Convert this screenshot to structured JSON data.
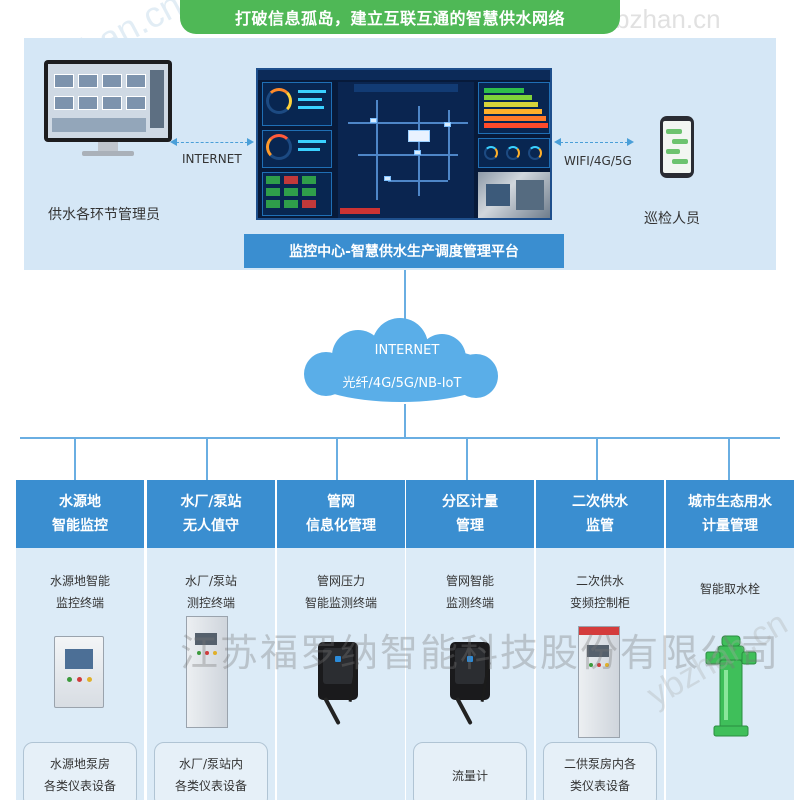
{
  "banner": {
    "title": "打破信息孤岛，建立互联互通的智慧供水网络"
  },
  "watermarks": {
    "site_top": "ybzhan.cn",
    "site_left": "ybzhan.cn",
    "site_right": "ybzhan.cn",
    "company": "江苏福罗纳智能科技股份有限公司"
  },
  "top": {
    "left_people": "供水各环节管理员",
    "right_people": "巡检人员",
    "left_link": "INTERNET",
    "right_link": "WIFI/4G/5G",
    "platform": "监控中心-智慧供水生产调度管理平台"
  },
  "network": {
    "cloud_line1": "INTERNET",
    "cloud_line2": "光纤/4G/5G/NB-IoT"
  },
  "columns": [
    {
      "title1": "水源地",
      "title2": "智能监控",
      "desc1": "水源地智能",
      "desc2": "监控终端",
      "device": "cabinet-small",
      "foot1": "水源地泵房",
      "foot2": "各类仪表设备"
    },
    {
      "title1": "水厂/泵站",
      "title2": "无人值守",
      "desc1": "水厂/泵站",
      "desc2": "测控终端",
      "device": "cabinet-tall",
      "foot1": "水厂/泵站内",
      "foot2": "各类仪表设备"
    },
    {
      "title1": "管网",
      "title2": "信息化管理",
      "desc1": "管网压力",
      "desc2": "智能监测终端",
      "device": "sensor",
      "foot1": "",
      "foot2": ""
    },
    {
      "title1": "分区计量",
      "title2": "管理",
      "desc1": "管网智能",
      "desc2": "监测终端",
      "device": "sensor",
      "foot1": "流量计",
      "foot2": ""
    },
    {
      "title1": "二次供水",
      "title2": "监管",
      "desc1": "二次供水",
      "desc2": "变频控制柜",
      "device": "cabinet-tall",
      "foot1": "二供泵房内各",
      "foot2": "类仪表设备"
    },
    {
      "title1": "城市生态用水",
      "title2": "计量管理",
      "desc1": "智能取水栓",
      "desc2": "",
      "device": "hydrant",
      "foot1": "",
      "foot2": ""
    }
  ],
  "colors": {
    "banner_green": "#4fb856",
    "header_blue": "#3a8ed0",
    "panel_light": "#d5e7f6",
    "column_light": "#dcebf7",
    "line_blue": "#6aaee2",
    "cloud_blue": "#5aaee8"
  }
}
